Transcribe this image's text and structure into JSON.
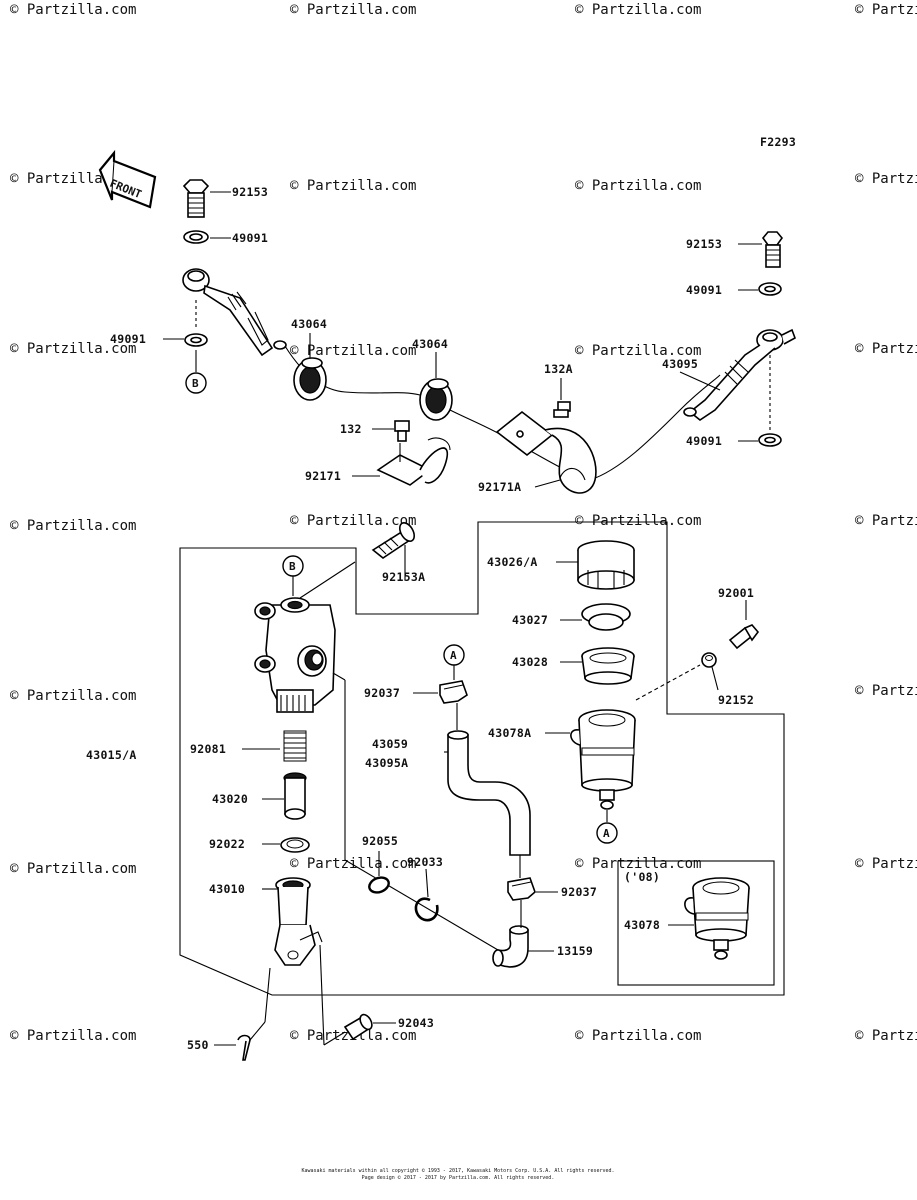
{
  "figure_id": "F2293",
  "front_label": "FRONT",
  "watermark": "© Partzilla.com",
  "watermark_short": "© Partzi",
  "labels": {
    "p92153_top": "92153",
    "p49091_top": "49091",
    "p49091_left": "49091",
    "p43064_a": "43064",
    "p43064_b": "43064",
    "p132A": "132A",
    "p132": "132",
    "p92171": "92171",
    "p92171A": "92171A",
    "p92153_right": "92153",
    "p49091_right_a": "49091",
    "p43095": "43095",
    "p49091_right_b": "49091",
    "p92153A": "92153A",
    "p43026A": "43026/A",
    "p43027": "43027",
    "p43028": "43028",
    "p92001": "92001",
    "p92152": "92152",
    "p92037_a": "92037",
    "p43059": "43059",
    "p43095A": "43095A",
    "p43078A": "43078A",
    "p43015A": "43015/A",
    "p92081": "92081",
    "p43020": "43020",
    "p92022": "92022",
    "p43010": "43010",
    "p92055": "92055",
    "p92033": "92033",
    "p92037_b": "92037",
    "p13159": "13159",
    "p92043": "92043",
    "p550": "550",
    "p43078": "43078",
    "year_note": "('08)"
  },
  "callouts": {
    "A": "A",
    "B": "B"
  },
  "footer": {
    "line1": "Kawasaki materials within all copyright © 1993 - 2017, Kawasaki Motors Corp. U.S.A. All rights reserved.",
    "line2": "Page design © 2017 - 2017 by Partzilla.com. All rights reserved."
  }
}
